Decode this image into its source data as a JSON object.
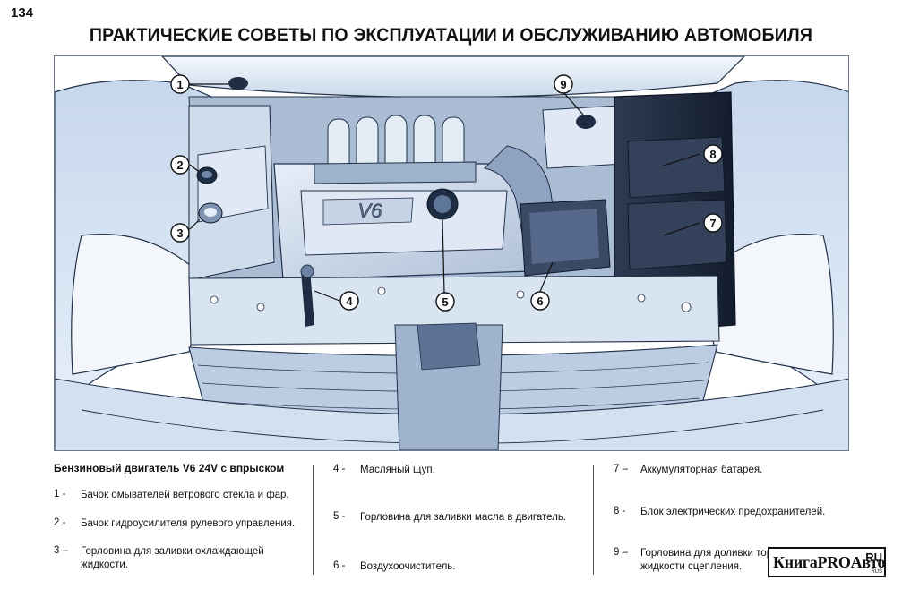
{
  "page": {
    "number": "134",
    "title": "ПРАКТИЧЕСКИЕ СОВЕТЫ ПО ЭКСПЛУАТАЦИИ И ОБСЛУЖИВАНИЮ АВТОМОБИЛЯ"
  },
  "illustration": {
    "engine_badge": "V6",
    "callouts": [
      "1",
      "2",
      "3",
      "4",
      "5",
      "6",
      "7",
      "8",
      "9"
    ],
    "colors": {
      "body": "#dde9f8",
      "engine": "#c9d6e6",
      "shadow": "#8fa3c0",
      "dark_cover": "#1e2b3f",
      "outline": "#203048"
    }
  },
  "legend": {
    "heading": "Бензиновый двигатель V6 24V с впрыском",
    "items": [
      {
        "num": "1 -",
        "text": "Бачок омывателей ветрового стекла и фар."
      },
      {
        "num": "2 -",
        "text": "Бачок гидроусилителя рулевого управления."
      },
      {
        "num": "3 –",
        "text": "Горловина для заливки охлаждающей жидкости."
      },
      {
        "num": "4 -",
        "text": "Масляный щуп."
      },
      {
        "num": "5 -",
        "text": "Горловина для заливки масла в двигатель."
      },
      {
        "num": "6 -",
        "text": "Воздухоочиститель."
      },
      {
        "num": "7 –",
        "text": "Аккумуляторная батарея."
      },
      {
        "num": "8 -",
        "text": "Блок электрических предохранителей."
      },
      {
        "num": "9 –",
        "text": "Горловина для доливки тормозной и рабочей жидкости сцепления."
      }
    ]
  },
  "watermark": {
    "brand": "КнигаPROАвто",
    "domain": "RU",
    "sub": "RUS"
  }
}
